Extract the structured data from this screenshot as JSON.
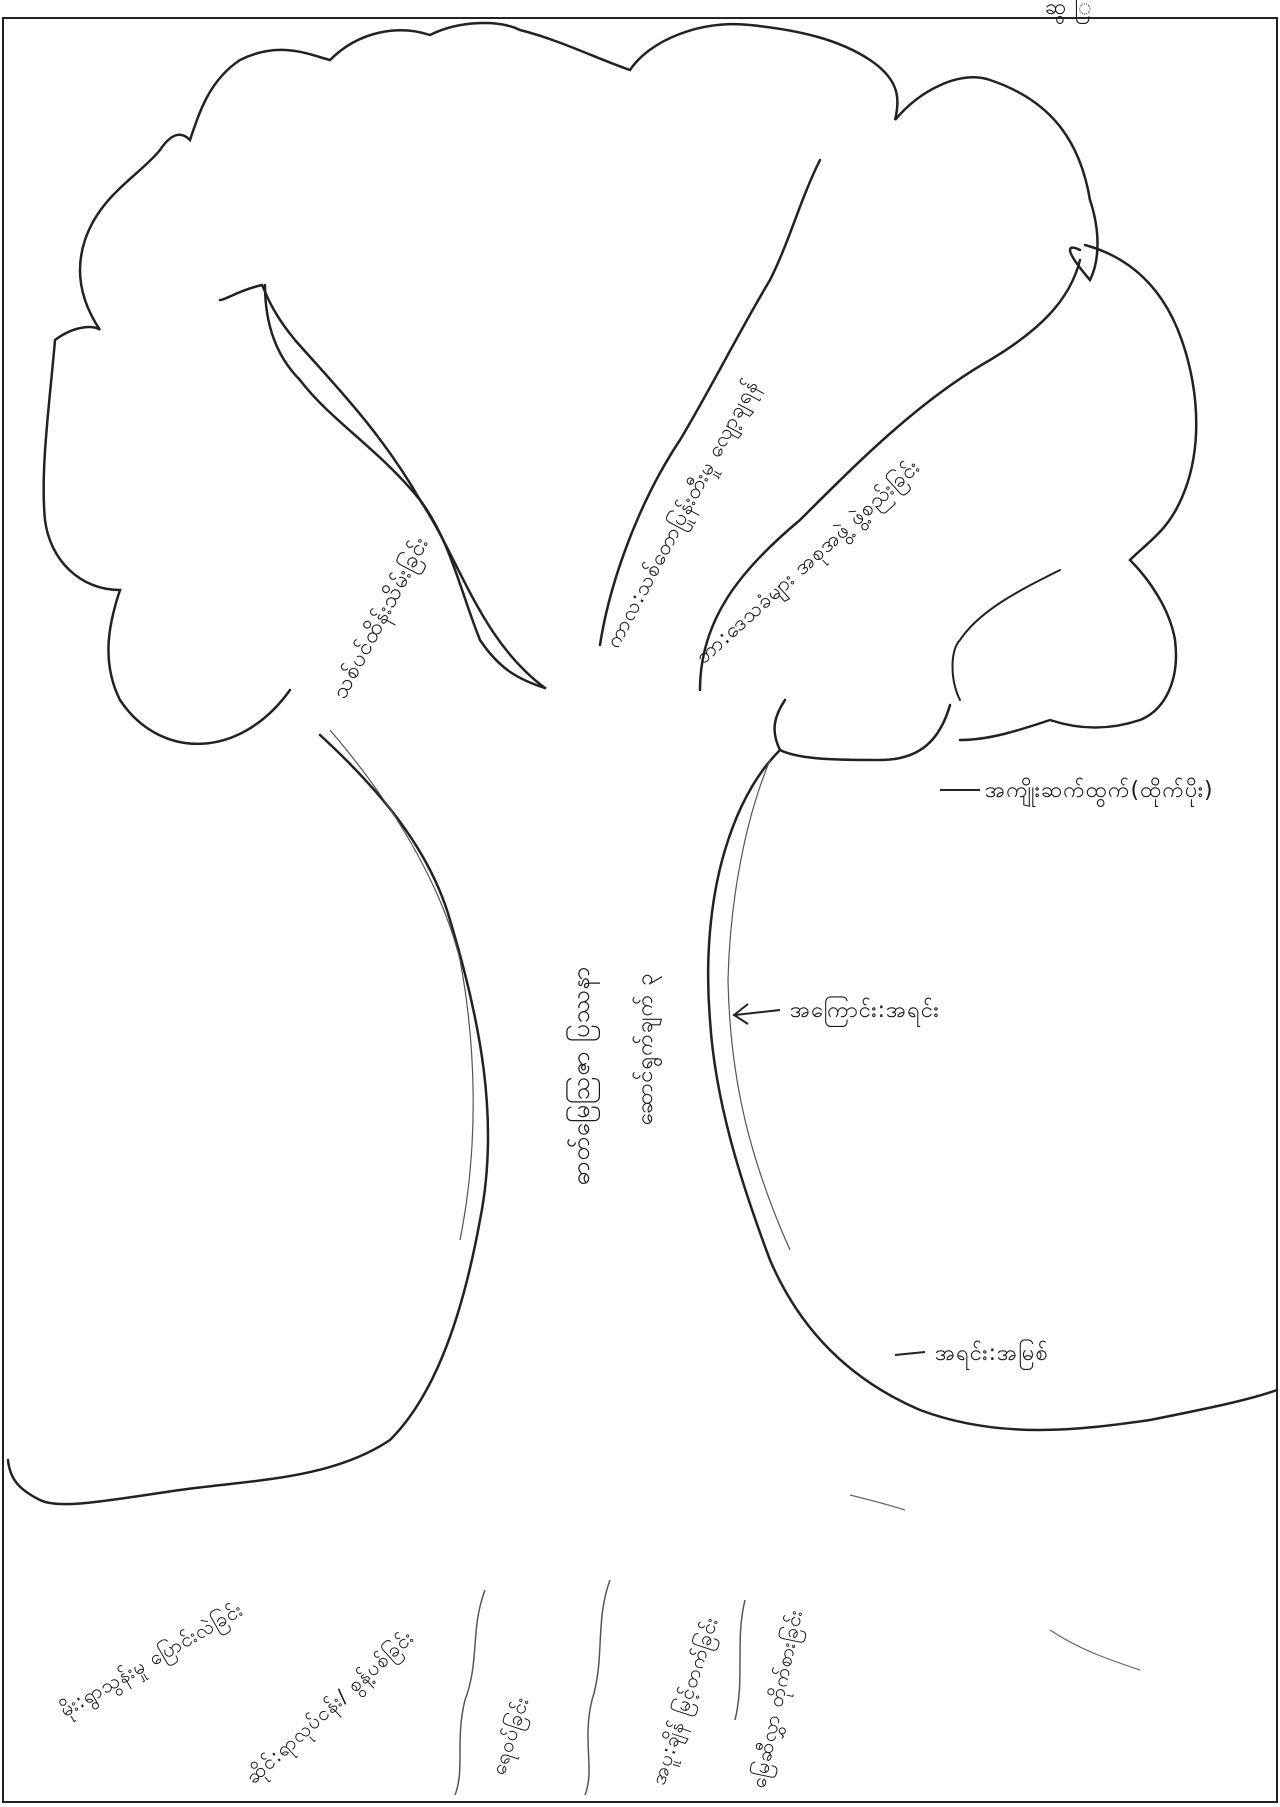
{
  "corner_note": "ဆွ ြ ‌ ‌ ‌ ‌ ‌ ‌",
  "trunk": {
    "title": "ဓာတ်မြေဩဇာ ပြဿနာ",
    "subtitle": "ဆောင်ရွက်ချက် ၃"
  },
  "branches": [
    {
      "text": "သစ်ပင်ထိန်းသိမ်းခြင်း"
    },
    {
      "text": "ကာလ:သစ်တောပြုန်းတီးမှု လျော့ချရန်"
    },
    {
      "text": "ဘာ:ဒေသခံများ အစုအဖွဲ့ ဖွဲ့စည်းခြင်း"
    }
  ],
  "annotations": [
    {
      "text": "အကျိုးဆက်ထွက်(ထိုက်ပိုး)"
    },
    {
      "text": "အကြောင်း:အရင်း"
    },
    {
      "text": "အရင်း:အမြစ်"
    }
  ],
  "roots": [
    {
      "text": "မိုး:ရွာသွန်းမှု ပြောင်းလဲခြင်း"
    },
    {
      "text": "ဆိုင်:ရာလုပ်ငန်း/ စွန့်ပစ်ခြင်း"
    },
    {
      "text": "ရေဝပ်ခြင်း"
    },
    {
      "text": "အပူ:ချိန် မြင့်တက်ခြင်း"
    },
    {
      "text": "မြေဆီလွှာ တိုက်စားခြင်း"
    }
  ]
}
